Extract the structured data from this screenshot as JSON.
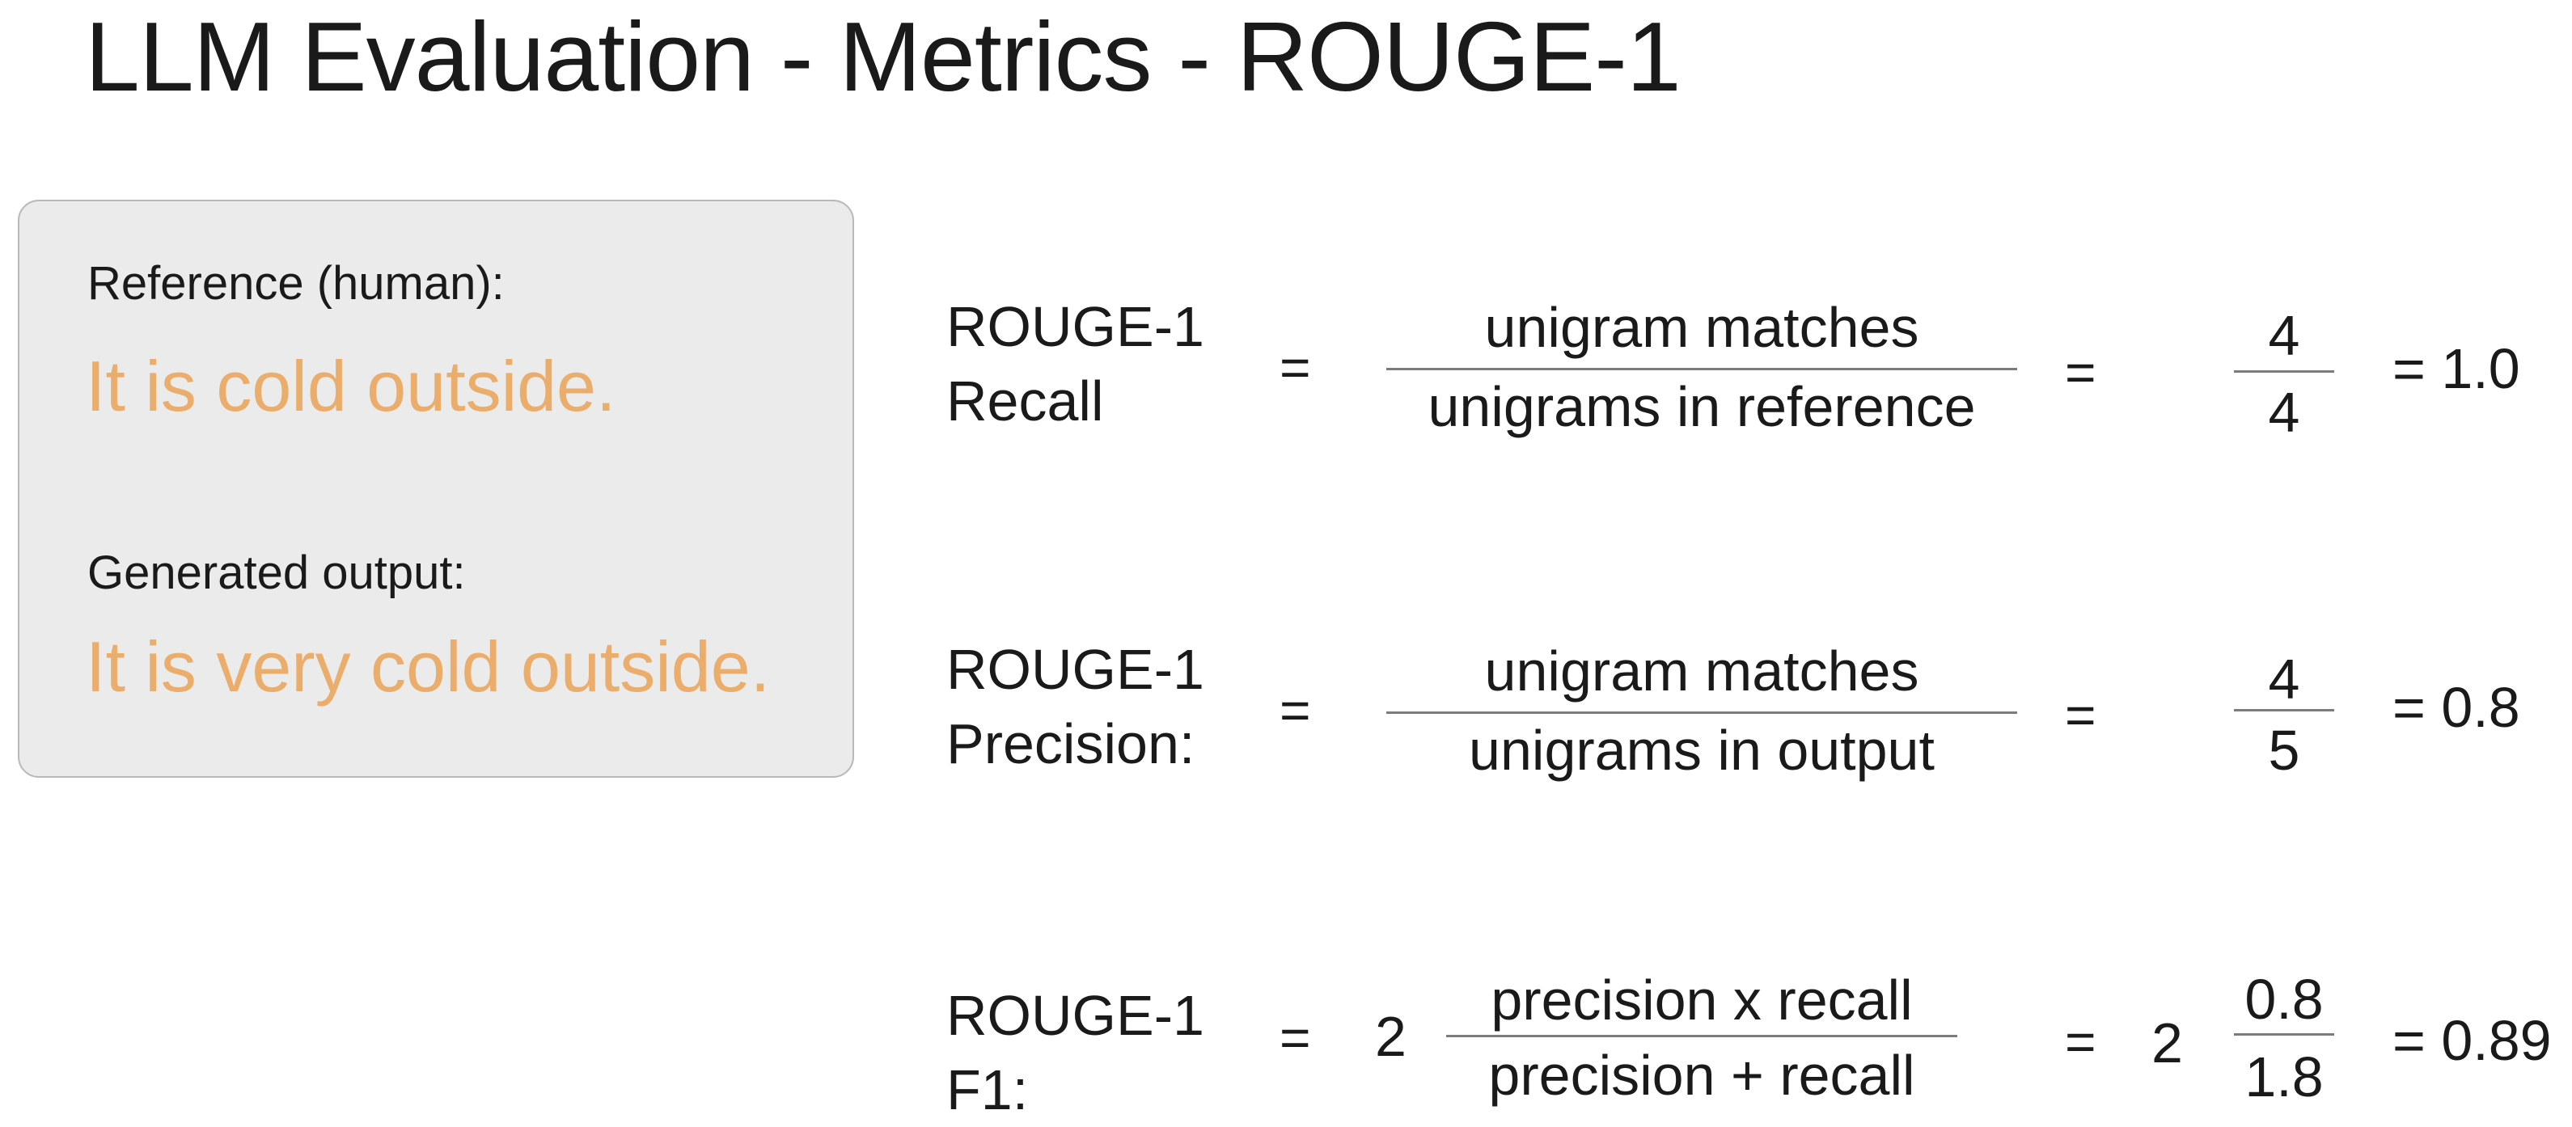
{
  "title": "LLM Evaluation - Metrics - ROUGE-1",
  "example": {
    "reference_label": "Reference (human):",
    "reference_text": "It is cold outside.",
    "generated_label": "Generated output:",
    "generated_text": "It is very cold outside."
  },
  "colors": {
    "sentence_orange": "#ebad6c",
    "box_background": "#ebebeb",
    "box_border": "#b9b9b9"
  },
  "equals_sign": "=",
  "recall": {
    "name_line1": "ROUGE-1",
    "name_line2": "Recall",
    "formula_numerator": "unigram matches",
    "formula_denominator": "unigrams in reference",
    "value_numerator": "4",
    "value_denominator": "4",
    "result": "= 1.0"
  },
  "precision": {
    "name_line1": "ROUGE-1",
    "name_line2": "Precision:",
    "formula_numerator": "unigram matches",
    "formula_denominator": "unigrams in output",
    "value_numerator": "4",
    "value_denominator": "5",
    "result": "= 0.8"
  },
  "f1": {
    "name_line1": "ROUGE-1",
    "name_line2": "F1:",
    "formula_coefficient": "2",
    "formula_numerator": "precision x recall",
    "formula_denominator": "precision + recall",
    "value_coefficient": "2",
    "value_numerator": "0.8",
    "value_denominator": "1.8",
    "result": "= 0.89"
  }
}
